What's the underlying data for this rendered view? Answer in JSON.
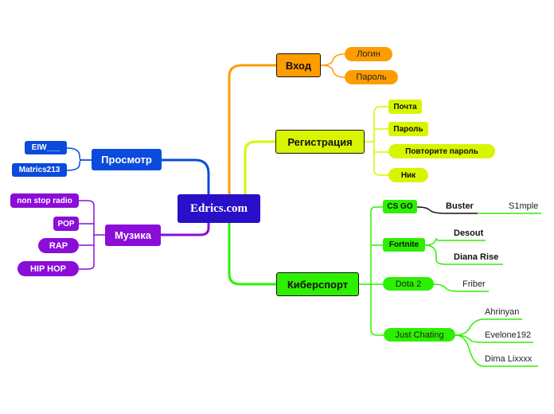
{
  "center": "Edrics.com",
  "branches": {
    "vhod": {
      "label": "Вход",
      "children": [
        "Логин",
        "Пароль"
      ],
      "color": "#ff9d00"
    },
    "registration": {
      "label": "Регистрация",
      "children": [
        "Почта",
        "Пароль",
        "Повторите пароль",
        "Ник"
      ],
      "color": "#d8f500"
    },
    "esports": {
      "label": "Киберспорт",
      "color": "#2df000",
      "games": [
        {
          "name": "CS GO",
          "players": [
            "Buster",
            "S1mple"
          ]
        },
        {
          "name": "Fortnite",
          "players": [
            "Desout",
            "Diana Rise"
          ]
        },
        {
          "name": "Dota 2",
          "players": [
            "Friber"
          ]
        },
        {
          "name": "Just Chating",
          "players": [
            "Ahrinyan",
            "Evelone192",
            "Dima Lixxxx"
          ]
        }
      ]
    },
    "browse": {
      "label": "Просмотр",
      "children": [
        "EIW___",
        "Matrics213"
      ],
      "color": "#0a4bdd"
    },
    "music": {
      "label": "Музика",
      "children": [
        "non stop radio",
        "POP",
        "RAP",
        "HIP HOP"
      ],
      "color": "#8a0dd8"
    }
  }
}
